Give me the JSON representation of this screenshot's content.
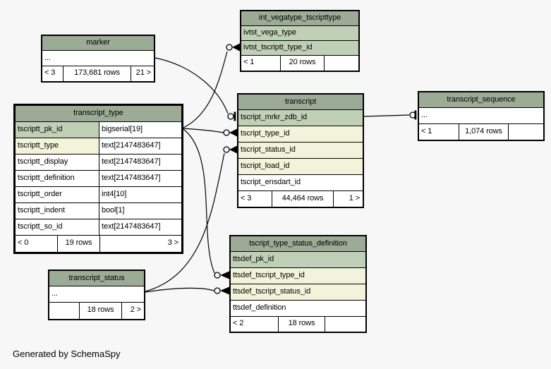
{
  "colors": {
    "background": "#f7f7f7",
    "header": "#9cab96",
    "key_column": "#c0d0b6",
    "indexed_column": "#f1f4da",
    "cell": "#ffffff",
    "line": "#000000"
  },
  "footer": {
    "note": "Generated by SchemaSpy"
  },
  "entities": [
    {
      "title": "int_vegatype_tscripttype",
      "columns": [
        {
          "name": "ivtst_vega_type",
          "type": "",
          "bg": "green"
        },
        {
          "name": "ivtst_tscriptt_type_id",
          "type": "",
          "bg": "green"
        }
      ],
      "stats": [
        "< 1",
        "20 rows",
        ""
      ]
    },
    {
      "title": "marker",
      "columns": [
        {
          "name": "...",
          "type": "",
          "bg": "white"
        }
      ],
      "stats": [
        "< 3",
        "173,681 rows",
        "21 >"
      ]
    },
    {
      "title": "transcript_type",
      "emphasized": true,
      "columns": [
        {
          "name": "tscriptt_pk_id",
          "type": "bigserial[19]",
          "bg": "green"
        },
        {
          "name": "tscriptt_type",
          "type": "text[2147483647]",
          "bg": "yellow"
        },
        {
          "name": "tscriptt_display",
          "type": "text[2147483647]",
          "bg": "white"
        },
        {
          "name": "tscriptt_definition",
          "type": "text[2147483647]",
          "bg": "white"
        },
        {
          "name": "tscriptt_order",
          "type": "int4[10]",
          "bg": "white"
        },
        {
          "name": "tscriptt_indent",
          "type": "bool[1]",
          "bg": "white"
        },
        {
          "name": "tscriptt_so_id",
          "type": "text[2147483647]",
          "bg": "white"
        }
      ],
      "stats": [
        "< 0",
        "19 rows",
        "3 >"
      ]
    },
    {
      "title": "transcript",
      "columns": [
        {
          "name": "tscript_mrkr_zdb_id",
          "type": "",
          "bg": "green"
        },
        {
          "name": "tscript_type_id",
          "type": "",
          "bg": "yellow"
        },
        {
          "name": "tscript_status_id",
          "type": "",
          "bg": "yellow"
        },
        {
          "name": "tscript_load_id",
          "type": "",
          "bg": "yellow"
        },
        {
          "name": "tscript_ensdart_id",
          "type": "",
          "bg": "white"
        }
      ],
      "stats": [
        "< 3",
        "44,464 rows",
        "1 >"
      ]
    },
    {
      "title": "transcript_sequence",
      "columns": [
        {
          "name": "...",
          "type": "",
          "bg": "white"
        }
      ],
      "stats": [
        "< 1",
        "1,074 rows",
        ""
      ]
    },
    {
      "title": "tscript_type_status_definition",
      "columns": [
        {
          "name": "ttsdef_pk_id",
          "type": "",
          "bg": "green"
        },
        {
          "name": "ttsdef_tscript_type_id",
          "type": "",
          "bg": "yellow"
        },
        {
          "name": "ttsdef_tscript_status_id",
          "type": "",
          "bg": "yellow"
        },
        {
          "name": "ttsdef_definition",
          "type": "",
          "bg": "white"
        }
      ],
      "stats": [
        "< 2",
        "18 rows",
        ""
      ]
    },
    {
      "title": "transcript_status",
      "columns": [
        {
          "name": "...",
          "type": "",
          "bg": "white"
        }
      ],
      "stats": [
        "",
        "18 rows",
        "2 >"
      ]
    }
  ],
  "relationships": [
    {
      "from": "marker",
      "to": "transcript.tscript_mrkr_zdb_id",
      "end": "circle-tee"
    },
    {
      "from": "transcript_type.tscriptt_pk_id",
      "to": "int_vegatype_tscripttype.ivtst_tscriptt_type_id",
      "end": "circle-crow"
    },
    {
      "from": "transcript_type.tscriptt_pk_id",
      "to": "transcript.tscript_type_id",
      "end": "circle-crow"
    },
    {
      "from": "transcript_type.tscriptt_pk_id",
      "to": "tscript_type_status_definition.ttsdef_tscript_type_id",
      "end": "circle-crow"
    },
    {
      "from": "transcript_status",
      "to": "transcript.tscript_status_id",
      "end": "circle-crow"
    },
    {
      "from": "transcript_status",
      "to": "tscript_type_status_definition.ttsdef_tscript_status_id",
      "end": "circle-crow"
    },
    {
      "from": "transcript.tscript_mrkr_zdb_id",
      "to": "transcript_sequence",
      "end": "circle-tee"
    }
  ]
}
